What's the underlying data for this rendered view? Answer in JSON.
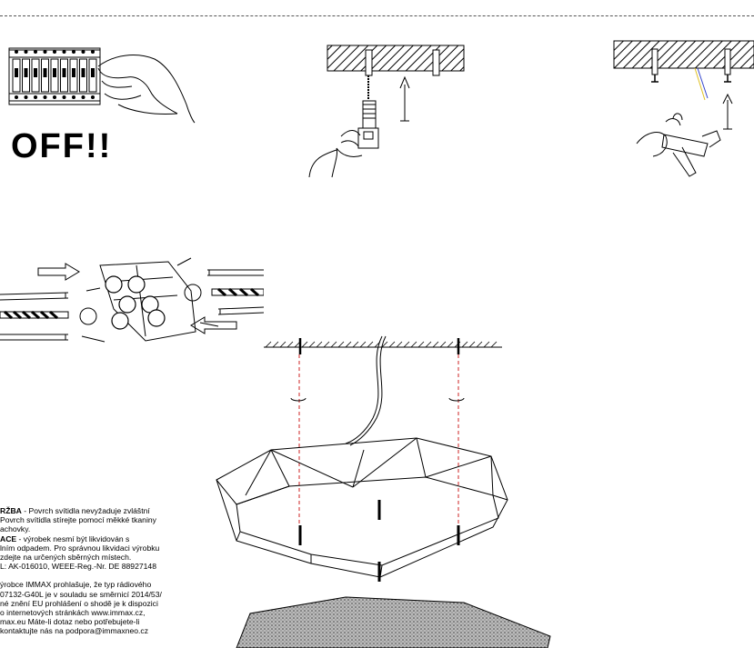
{
  "off_label": "OFF!!",
  "notes": {
    "line1_bold": "RŽBA",
    "line1_rest": " - Povrch svítidla nevyžaduje zvláštní",
    "line2": "Povrch svítidla stírejte pomocí měkké tkaniny",
    "line3": "achovky.",
    "line4_bold": "ACE",
    "line4_rest": " - výrobek nesmí být likvidován s",
    "line5": "lním odpadem. Pro správnou likvidaci výrobku",
    "line6": "zdejte na určených sběrných místech.",
    "line7": "L: AK-016010, WEEE-Reg.-Nr. DE 88927148",
    "line8": "ýrobce IMMAX prohlašuje, že typ rádiového",
    "line9": "07132-G40L je v souladu se směrnicí 2014/53/",
    "line10": "né znění EU prohlášení o shodě je k dispozici",
    "line11": "o internetových stránkách www.immax.cz,",
    "line12": "max.eu Máte-li dotaz nebo potřebujete-li",
    "line13": "kontaktujte nás na podpora@immaxneo.cz"
  },
  "colors": {
    "ink": "#000000",
    "guide_line": "#cc2222",
    "hatch_fill": "#777777",
    "wire_blue": "#3344cc",
    "wire_yellow": "#e0c020"
  }
}
